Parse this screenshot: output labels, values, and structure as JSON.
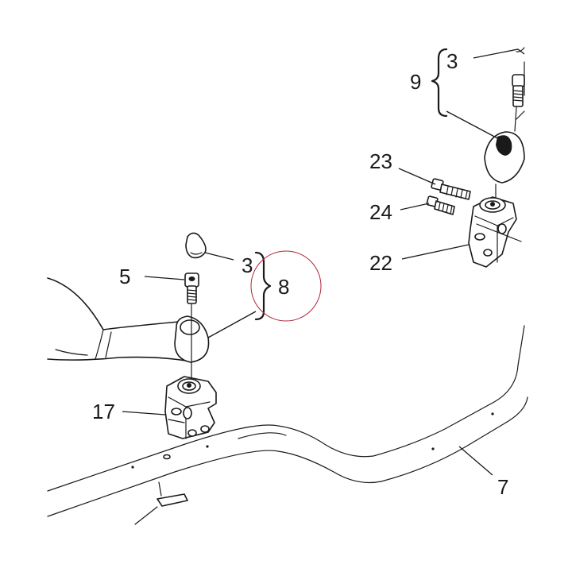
{
  "callouts": {
    "c3_top": "3",
    "c9": "9",
    "c23": "23",
    "c24": "24",
    "c22": "22",
    "c5": "5",
    "c3_left": "3",
    "c8": "8",
    "c17": "17",
    "c7": "7"
  },
  "colors": {
    "line": "#1a1a1a",
    "highlight_circle": "#b0253a"
  }
}
